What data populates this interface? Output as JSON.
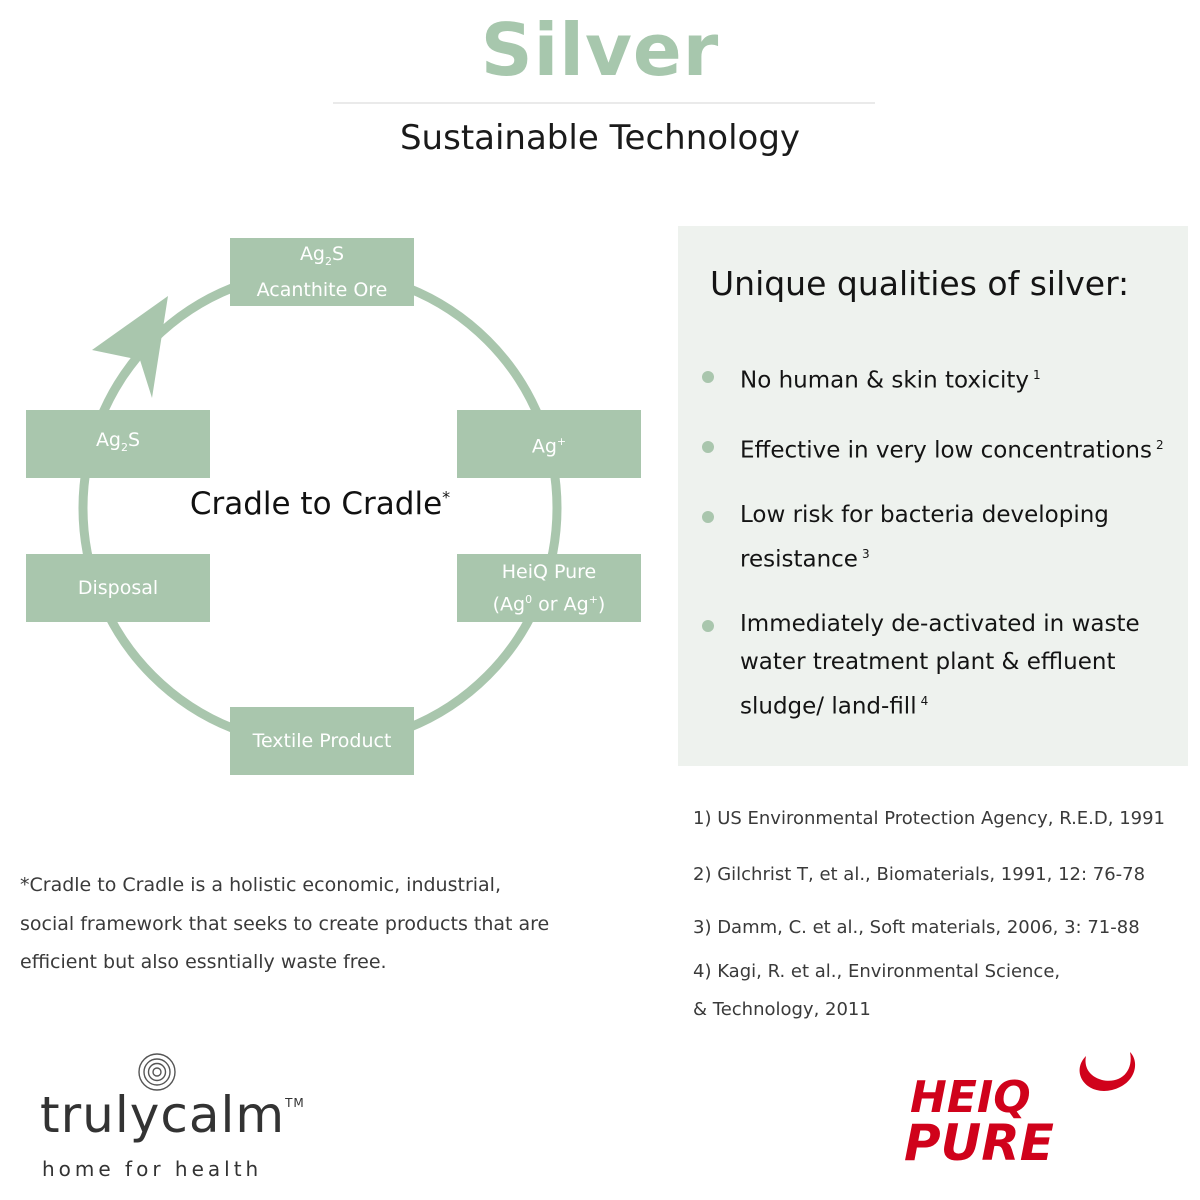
{
  "title": "Silver",
  "subtitle": "Sustainable Technology",
  "cycle": {
    "center_label": "Cradle to Cradle",
    "center_mark": "*",
    "nodes": {
      "top": {
        "line1_main": "Ag",
        "line1_sub": "2",
        "line1_tail": "S",
        "line2": "Acanthite Ore"
      },
      "right_upper": {
        "main": "Ag",
        "sup": "+"
      },
      "right_lower": {
        "line1": "HeiQ Pure",
        "line2_a": "(Ag",
        "line2_a_sup": "0",
        "line2_b": " or Ag",
        "line2_b_sup": "+",
        "line2_c": ")"
      },
      "bottom": {
        "label": "Textile Product"
      },
      "left_lower": {
        "label": "Disposal"
      },
      "left_upper": {
        "main": "Ag",
        "sub": "2",
        "tail": "S"
      }
    },
    "footnote": "*Cradle to Cradle is a holistic economic, industrial, social framework that seeks to create products that are efficient but also essntially waste free."
  },
  "qualities": {
    "heading": "Unique qualities of silver:",
    "items": [
      {
        "text": "No human & skin toxicity",
        "ref": "1"
      },
      {
        "text": "Effective in very low concentrations",
        "ref": "2"
      },
      {
        "text": "Low risk for bacteria developing resistance",
        "ref": "3"
      },
      {
        "text": "Immediately de-activated in waste water treatment plant & effluent sludge/ land-fill",
        "ref": "4"
      }
    ]
  },
  "references": [
    "1) US Environmental Protection Agency, R.E.D, 1991",
    "2) Gilchrist T, et al., Biomaterials, 1991, 12: 76-78",
    "3) Damm, C. et al., Soft materials, 2006, 3: 71-88",
    "4) Kagi, R. et al., Environmental Science,",
    "& Technology, 2011"
  ],
  "logos": {
    "trulycalm": {
      "name": "trulycalm",
      "tm": "TM",
      "tagline": "home for health"
    },
    "heiq": {
      "line1": "HEIQ",
      "line2": "PURE"
    }
  },
  "colors": {
    "accent_green": "#a9c6ad",
    "title_green": "#a7c7ad",
    "panel_bg": "#eef2ee",
    "heiq_red": "#d0021b"
  },
  "icons": {
    "cycle_arrow": "arrow-head-icon",
    "trulycalm_mark": "concentric-circles-icon"
  }
}
